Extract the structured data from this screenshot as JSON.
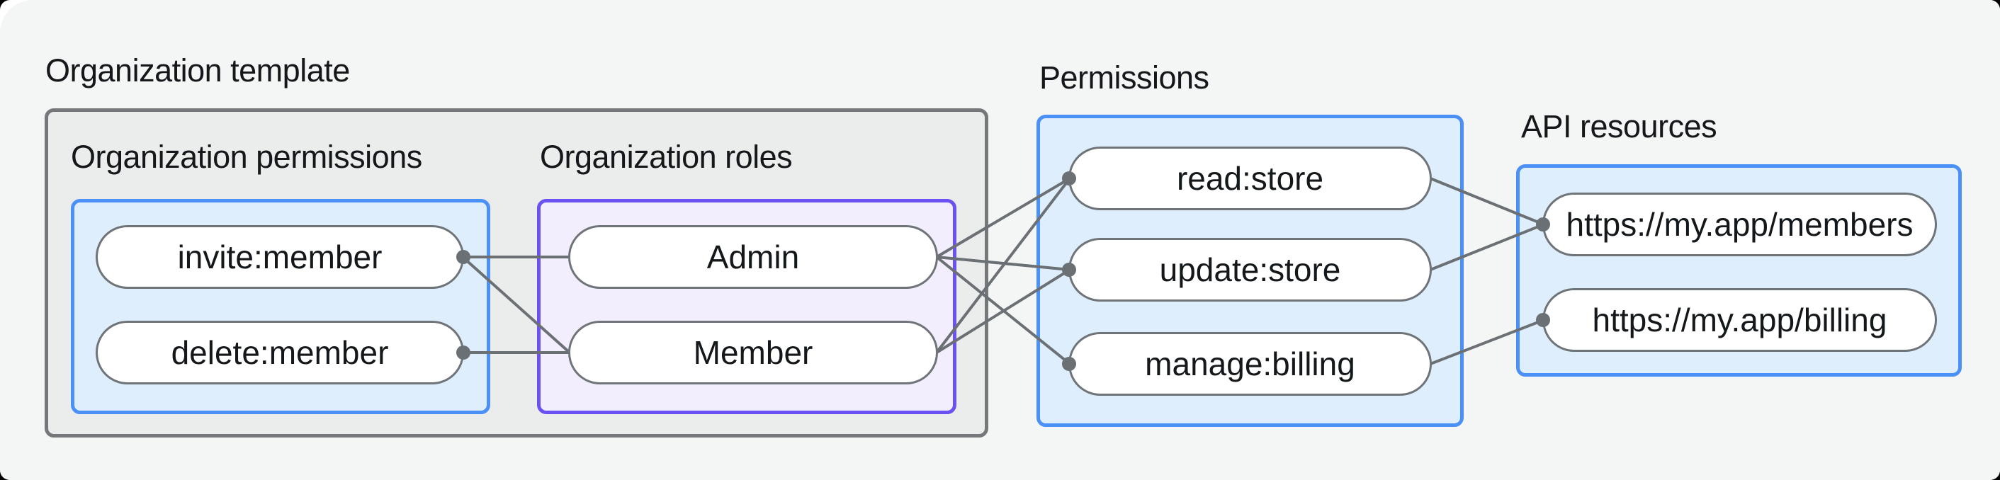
{
  "diagram": {
    "org_template": {
      "label": "Organization template"
    },
    "org_permissions": {
      "label": "Organization permissions",
      "nodes": [
        {
          "id": "invite_member",
          "label": "invite:member"
        },
        {
          "id": "delete_member",
          "label": "delete:member"
        }
      ]
    },
    "org_roles": {
      "label": "Organization roles",
      "nodes": [
        {
          "id": "admin",
          "label": "Admin"
        },
        {
          "id": "member",
          "label": "Member"
        }
      ]
    },
    "permissions": {
      "label": "Permissions",
      "nodes": [
        {
          "id": "read_store",
          "label": "read:store"
        },
        {
          "id": "update_store",
          "label": "update:store"
        },
        {
          "id": "manage_billing",
          "label": "manage:billing"
        }
      ]
    },
    "api_resources": {
      "label": "API resources",
      "nodes": [
        {
          "id": "members_api",
          "label": "https://my.app/members"
        },
        {
          "id": "billing_api",
          "label": "https://my.app/billing"
        }
      ]
    }
  },
  "edges": [
    {
      "from": "invite_member",
      "to": "admin"
    },
    {
      "from": "invite_member",
      "to": "member"
    },
    {
      "from": "delete_member",
      "to": "member"
    },
    {
      "from": "admin",
      "to": "read_store"
    },
    {
      "from": "admin",
      "to": "update_store"
    },
    {
      "from": "admin",
      "to": "manage_billing"
    },
    {
      "from": "member",
      "to": "read_store"
    },
    {
      "from": "member",
      "to": "update_store"
    },
    {
      "from": "read_store",
      "to": "members_api"
    },
    {
      "from": "update_store",
      "to": "members_api"
    },
    {
      "from": "manage_billing",
      "to": "billing_api"
    }
  ],
  "dots": [
    {
      "node": "invite_member",
      "side": "right"
    },
    {
      "node": "delete_member",
      "side": "right"
    },
    {
      "node": "read_store",
      "side": "left"
    },
    {
      "node": "update_store",
      "side": "left"
    },
    {
      "node": "manage_billing",
      "side": "left"
    },
    {
      "node": "members_api",
      "side": "left"
    },
    {
      "node": "billing_api",
      "side": "left"
    }
  ],
  "colors": {
    "page_background": "#000000",
    "card_background": "#f4f6f6",
    "template_box_fill": "#ebedec",
    "template_box_border": "#74787b",
    "blue_box_fill": "#deeefd",
    "blue_box_border": "#4b90f7",
    "purple_box_fill": "#f3eefd",
    "purple_box_border": "#6c51f2",
    "node_fill": "#ffffff",
    "node_border": "#6f7478",
    "connector": "#6b7074",
    "text": "#14181a"
  }
}
